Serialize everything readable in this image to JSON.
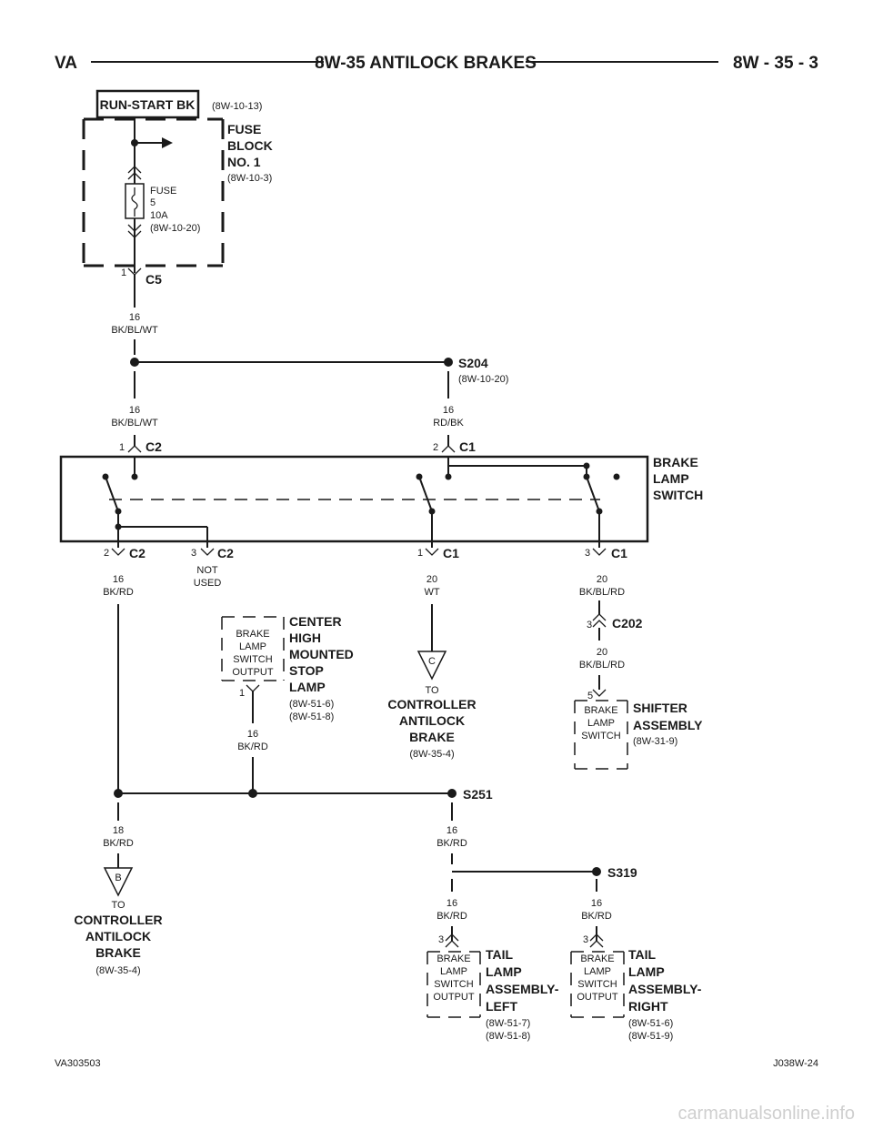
{
  "header": {
    "left": "VA",
    "title": "8W-35 ANTILOCK BRAKES",
    "right": "8W - 35 - 3"
  },
  "footer": {
    "left": "VA303503",
    "right": "J038W-24"
  },
  "watermark": "carmanualsonline.info",
  "labels": {
    "run_start": "RUN-START BK",
    "run_start_ref": "(8W-10-13)",
    "fuse_block": [
      "FUSE",
      "BLOCK",
      "NO. 1"
    ],
    "fuse_block_ref": "(8W-10-3)",
    "fuse": [
      "FUSE",
      "5",
      "10A",
      "(8W-10-20)"
    ],
    "c5_pin": "1",
    "c5": "C5",
    "w1": [
      "16",
      "BK/BL/WT"
    ],
    "s204": "S204",
    "s204_ref": "(8W-10-20)",
    "w2": [
      "16",
      "BK/BL/WT"
    ],
    "w3": [
      "16",
      "RD/BK"
    ],
    "c2_top_pin": "1",
    "c2_top": "C2",
    "c1_top_pin": "2",
    "c1_top": "C1",
    "brake_switch": [
      "BRAKE",
      "LAMP",
      "SWITCH"
    ],
    "c2_b1_pin": "2",
    "c2_b1": "C2",
    "c2_b2_pin": "3",
    "c2_b2": "C2",
    "c1_b1_pin": "1",
    "c1_b1": "C1",
    "c1_b2_pin": "3",
    "c1_b2": "C1",
    "w4": [
      "16",
      "BK/RD"
    ],
    "not_used": [
      "NOT",
      "USED"
    ],
    "w5": [
      "20",
      "WT"
    ],
    "w6": [
      "20",
      "BK/BL/RD"
    ],
    "c202_pin": "3",
    "c202": "C202",
    "w7": [
      "20",
      "BK/BL/RD"
    ],
    "chmsl_box": [
      "BRAKE",
      "LAMP",
      "SWITCH",
      "OUTPUT"
    ],
    "chmsl_name": [
      "CENTER",
      "HIGH",
      "MOUNTED",
      "STOP",
      "LAMP"
    ],
    "chmsl_ref": [
      "(8W-51-6)",
      "(8W-51-8)"
    ],
    "chmsl_pin": "1",
    "w8": [
      "16",
      "BK/RD"
    ],
    "ref_c": "C",
    "to_c": "TO",
    "ctrl_c": [
      "CONTROLLER",
      "ANTILOCK",
      "BRAKE"
    ],
    "ctrl_c_ref": "(8W-35-4)",
    "shifter_pin": "5",
    "shifter_box": [
      "BRAKE",
      "LAMP",
      "SWITCH"
    ],
    "shifter_name": [
      "SHIFTER",
      "ASSEMBLY"
    ],
    "shifter_ref": "(8W-31-9)",
    "s251": "S251",
    "w9": [
      "18",
      "BK/RD"
    ],
    "w10": [
      "16",
      "BK/RD"
    ],
    "ref_b": "B",
    "to_b": "TO",
    "ctrl_b": [
      "CONTROLLER",
      "ANTILOCK",
      "BRAKE"
    ],
    "ctrl_b_ref": "(8W-35-4)",
    "s319": "S319",
    "w11": [
      "16",
      "BK/RD"
    ],
    "w12": [
      "16",
      "BK/RD"
    ],
    "tl_left_pin": "3",
    "tl_left_box": [
      "BRAKE",
      "LAMP",
      "SWITCH",
      "OUTPUT"
    ],
    "tl_left_name": [
      "TAIL",
      "LAMP",
      "ASSEMBLY-",
      "LEFT"
    ],
    "tl_left_ref": [
      "(8W-51-7)",
      "(8W-51-8)"
    ],
    "tl_right_pin": "3",
    "tl_right_box": [
      "BRAKE",
      "LAMP",
      "SWITCH",
      "OUTPUT"
    ],
    "tl_right_name": [
      "TAIL",
      "LAMP",
      "ASSEMBLY-",
      "RIGHT"
    ],
    "tl_right_ref": [
      "(8W-51-6)",
      "(8W-51-9)"
    ]
  }
}
